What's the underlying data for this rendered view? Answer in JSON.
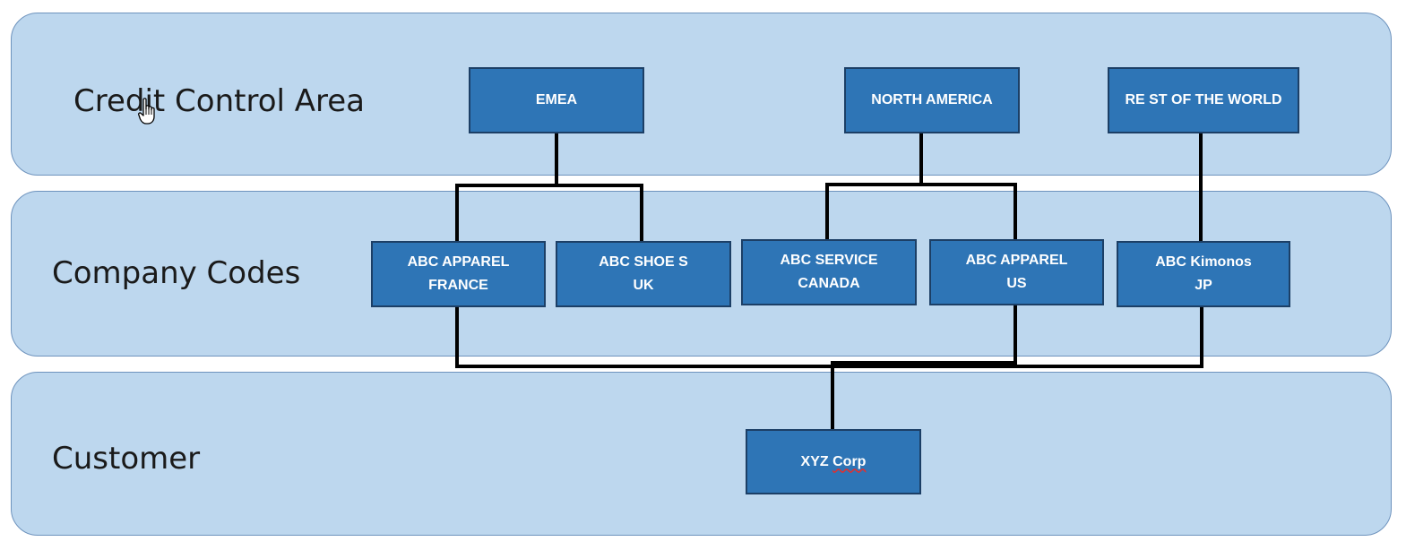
{
  "lanes": {
    "credit_control_area": "Credit Control Area",
    "company_codes": "Company Codes",
    "customer": "Customer"
  },
  "credit_control_areas": {
    "emea": "EMEA",
    "north_america": "NORTH AMERICA",
    "rest_of_world": "RE ST OF THE WORLD"
  },
  "company_codes": {
    "france": {
      "line1": "ABC APPAREL",
      "line2": "FRANCE"
    },
    "uk": {
      "line1": "ABC SHOE S",
      "line2": "UK"
    },
    "canada": {
      "line1": "ABC SERVICE",
      "line2": "CANADA"
    },
    "us": {
      "line1": "ABC  APPAREL",
      "line2": "US"
    },
    "jp": {
      "line1": "ABC  Kimonos",
      "line2": "JP"
    }
  },
  "customer": {
    "prefix": "XYZ ",
    "name": "Corp"
  },
  "colors": {
    "lane_fill": "#bdd7ee",
    "lane_border": "#6e93bd",
    "box_fill": "#2e75b6",
    "box_border": "#1c3f66",
    "connector": "#000000",
    "spellcheck_underline": "#e03030"
  },
  "icons": {
    "cursor": "hand-pointer-icon"
  }
}
